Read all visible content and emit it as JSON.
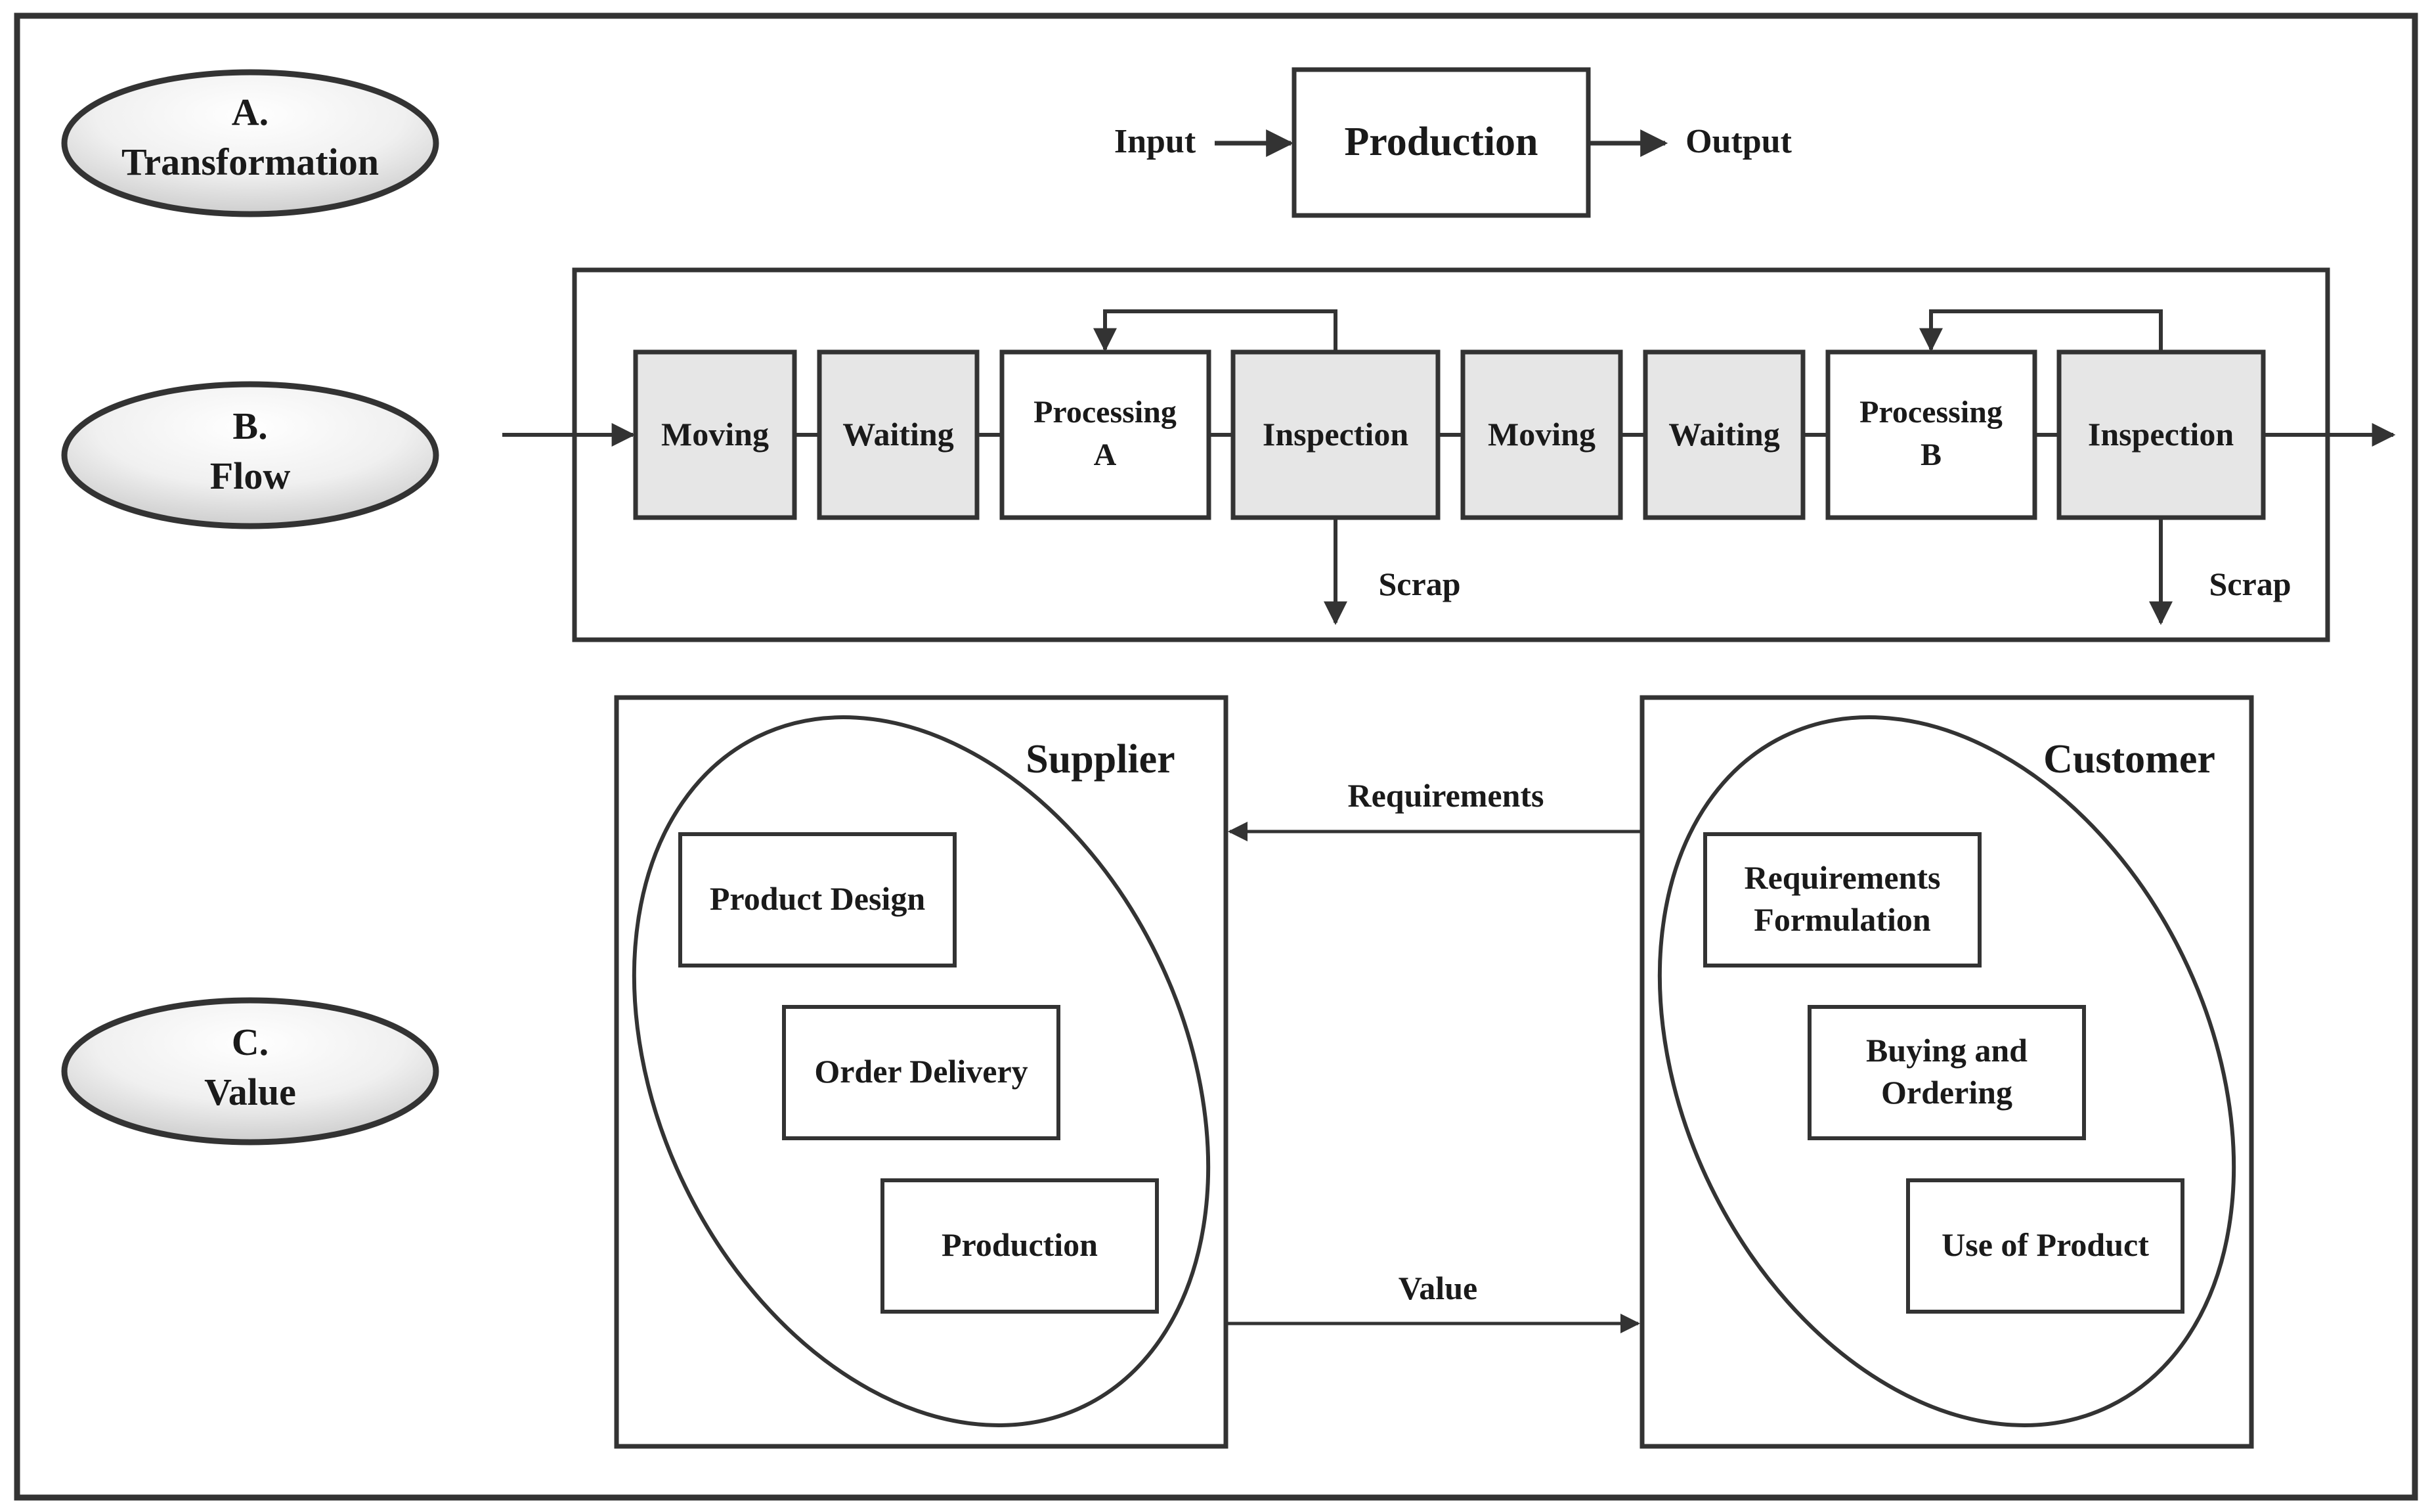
{
  "sections": [
    {
      "label_line1": "A.",
      "label_line2": "Transformation"
    },
    {
      "label_line1": "B.",
      "label_line2": "Flow"
    },
    {
      "label_line1": "C.",
      "label_line2": "Value"
    }
  ],
  "transformation": {
    "input": "Input",
    "process": "Production",
    "output": "Output"
  },
  "flow": {
    "steps": [
      {
        "line1": "Moving",
        "line2": "",
        "shaded": true
      },
      {
        "line1": "Waiting",
        "line2": "",
        "shaded": true
      },
      {
        "line1": "Processing",
        "line2": "A",
        "shaded": false
      },
      {
        "line1": "Inspection",
        "line2": "",
        "shaded": true
      },
      {
        "line1": "Moving",
        "line2": "",
        "shaded": true
      },
      {
        "line1": "Waiting",
        "line2": "",
        "shaded": true
      },
      {
        "line1": "Processing",
        "line2": "B",
        "shaded": false
      },
      {
        "line1": "Inspection",
        "line2": "",
        "shaded": true
      }
    ],
    "scrap_labels": [
      "Scrap",
      "Scrap"
    ]
  },
  "value": {
    "supplier": {
      "title": "Supplier",
      "items": [
        {
          "line1": "Product Design",
          "line2": ""
        },
        {
          "line1": "Order Delivery",
          "line2": ""
        },
        {
          "line1": "Production",
          "line2": ""
        }
      ]
    },
    "customer": {
      "title": "Customer",
      "items": [
        {
          "line1": "Requirements",
          "line2": "Formulation"
        },
        {
          "line1": "Buying and",
          "line2": "Ordering"
        },
        {
          "line1": "Use of Product",
          "line2": ""
        }
      ]
    },
    "requirements_label": "Requirements",
    "value_label": "Value"
  },
  "colors": {
    "stroke": "#333333",
    "shaded_fill": "#e6e6e6",
    "text": "#1a1a1a",
    "oval_gradient_light": "#ffffff",
    "oval_gradient_dark": "#d0d0d0"
  }
}
